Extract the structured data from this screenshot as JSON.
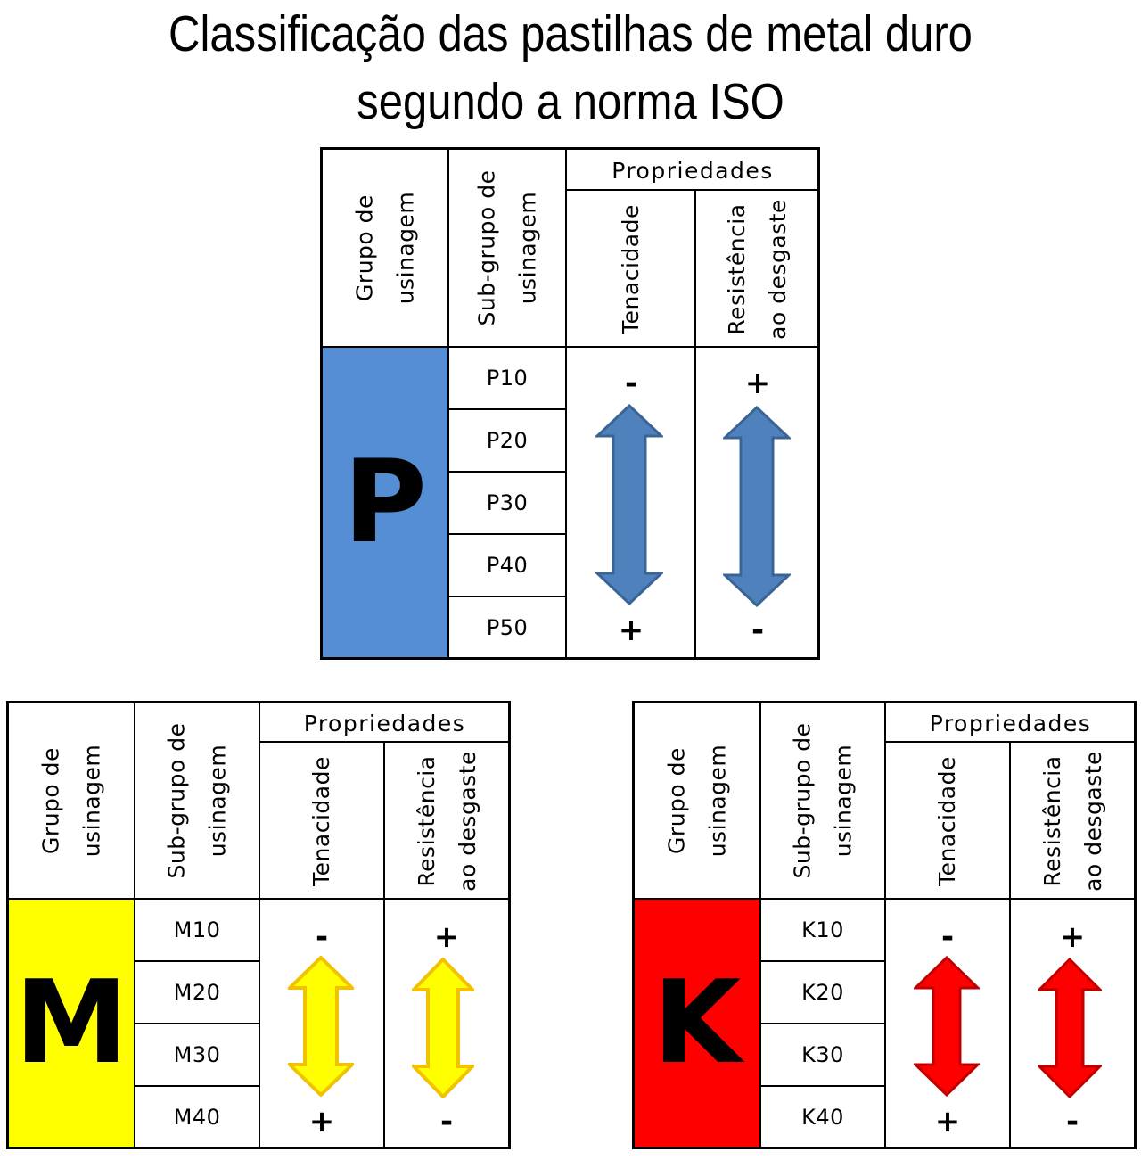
{
  "title": {
    "line1": "Classificação das pastilhas de metal duro",
    "line2": "segundo a norma ISO"
  },
  "headers": {
    "group": "Grupo de\nusinagem",
    "subgroup": "Sub-grupo de\nusinagem",
    "properties": "Propriedades",
    "toughness": "Tenacidade",
    "wear_resistance": "Resistência\nao desgaste"
  },
  "tables": [
    {
      "group": "P",
      "color": "#558ED5",
      "arrow_color": "#4F81BD",
      "arrow_stroke": "#3A6496",
      "subgroups": [
        "P10",
        "P20",
        "P30",
        "P40",
        "P50"
      ],
      "toughness": {
        "top": "-",
        "bottom": "+"
      },
      "wear_resistance": {
        "top": "+",
        "bottom": "-"
      }
    },
    {
      "group": "M",
      "color": "#FFFF00",
      "arrow_color": "#FFFF00",
      "arrow_stroke": "#F2C200",
      "subgroups": [
        "M10",
        "M20",
        "M30",
        "M40"
      ],
      "toughness": {
        "top": "-",
        "bottom": "+"
      },
      "wear_resistance": {
        "top": "+",
        "bottom": "-"
      }
    },
    {
      "group": "K",
      "color": "#FF0000",
      "arrow_color": "#FF0000",
      "arrow_stroke": "#C00000",
      "subgroups": [
        "K10",
        "K20",
        "K30",
        "K40"
      ],
      "toughness": {
        "top": "-",
        "bottom": "+"
      },
      "wear_resistance": {
        "top": "+",
        "bottom": "-"
      }
    }
  ]
}
